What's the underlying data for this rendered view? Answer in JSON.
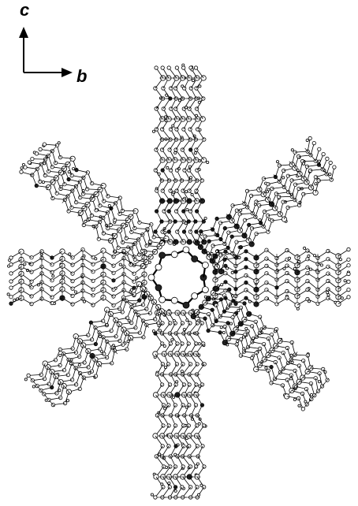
{
  "axes": {
    "vertical_label": "c",
    "horizontal_label": "b"
  },
  "colors": {
    "background": "#ffffff",
    "ink": "#000000",
    "atom_fill": "#ffffff",
    "dark_atom_fill": "#222222"
  },
  "structure": {
    "arm_count": 8,
    "description_icon": "molecule-icon"
  }
}
